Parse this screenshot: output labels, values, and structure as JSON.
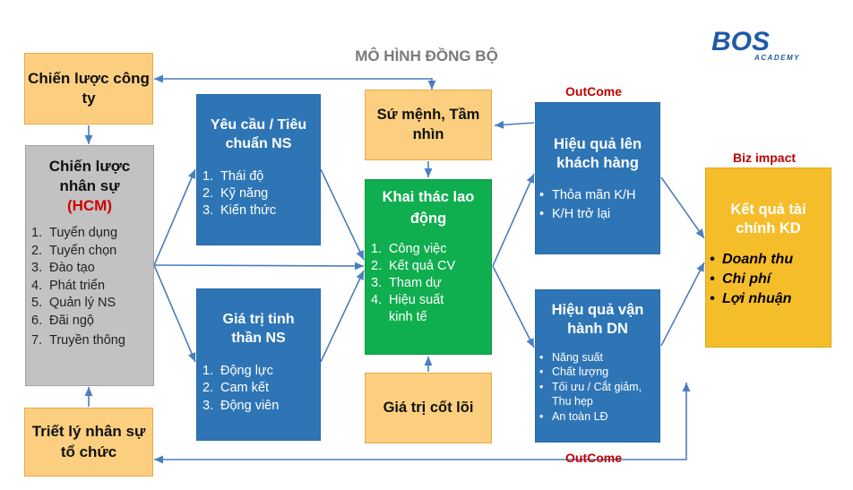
{
  "title": "MÔ HÌNH ĐỒNG BỘ",
  "logo": {
    "main": "BOS",
    "sub": "ACADEMY",
    "color": "#1f5aa8"
  },
  "labels": {
    "outcome_top": "OutCome",
    "outcome_bottom": "OutCome",
    "biz_impact": "Biz impact"
  },
  "boxes": {
    "company_strategy": {
      "title": "Chiến lược công ty"
    },
    "hr_strategy": {
      "title": "Chiến lược nhân sự",
      "subtitle": "(HCM)",
      "items": [
        "Tuyển dụng",
        "Tuyển chọn",
        "Đào tạo",
        "Phát triển",
        "Quản lý NS",
        "Đãi ngộ",
        "Truyền thông"
      ]
    },
    "hr_philosophy": {
      "title": "Triết lý nhân sự tổ chức"
    },
    "hr_requirements": {
      "title": "Yêu cầu / Tiêu chuẩn NS",
      "items": [
        "Thái độ",
        "Kỹ năng",
        "Kiến thức"
      ]
    },
    "hr_spirit": {
      "title": "Giá trị tinh thần NS",
      "items": [
        "Động lực",
        "Cam kết",
        "Động viên"
      ]
    },
    "mission": {
      "title": "Sứ mệnh, Tầm nhìn"
    },
    "labor": {
      "title": "Khai thác lao động",
      "items": [
        "Công việc",
        "Kết quả CV",
        "Tham dự",
        "Hiệu suất kinh tế"
      ]
    },
    "core_values": {
      "title": "Giá trị cốt lõi"
    },
    "customer_eff": {
      "title": "Hiệu quả lên khách hàng",
      "items": [
        "Thỏa mãn K/H",
        "K/H trở lại"
      ]
    },
    "operation_eff": {
      "title": "Hiệu quả vận hành DN",
      "items": [
        "Năng suất",
        "Chất lượng",
        "Tối ưu / Cắt giảm, Thu hẹp",
        "An toàn LĐ"
      ]
    },
    "financial": {
      "title": "Kết quả tài chính KD",
      "items": [
        "Doanh thu",
        "Chi phí",
        "Lợi nhuận"
      ]
    }
  },
  "colors": {
    "arrow": "#4a7ebf",
    "orange": "#fbcf7f",
    "gray": "#c2c2c2",
    "blue": "#2e75b6",
    "green": "#0fae4f",
    "gold": "#f6bd2b",
    "red_label": "#c00000"
  }
}
